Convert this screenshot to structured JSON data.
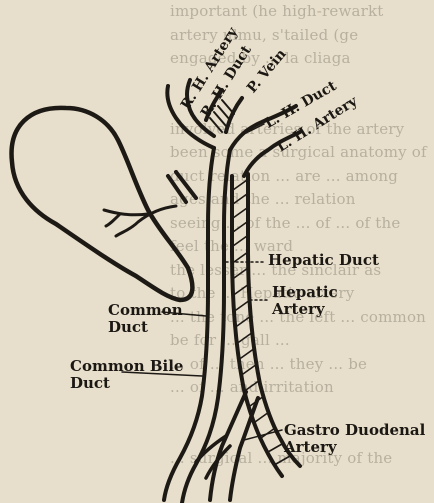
{
  "figure": {
    "labels": {
      "rh_artery": "R. H. Artery",
      "rh_duct": "R. H. Duct",
      "p_vein": "P. Vein",
      "lh_duct": "L. H. Duct",
      "lh_artery": "L. H. Artery",
      "hepatic_duct": "Hepatic Duct",
      "hepatic_artery": "Hepatic\nArtery",
      "common_duct": "Common\nDuct",
      "common_bile_duct": "Common Bile\nDuct",
      "gastro_duodenal_artery": "Gastro Duodenal\nArtery"
    }
  },
  "background_text": [
    "important (he high-rewarkt",
    "artery ulmu, s'tailed (ge",
    "engaged by ... la cliaga",
    "",
    "",
    "involved arteries of the artery",
    "been some a surgical anatomy of",
    "duct relation ... are ... among",
    "ages and the ... relation",
    "seeing ... of the ... of ... of the",
    "feel the ... ward",
    "the lesser ... the sinclair as",
    "to the ... Hepatic artery",
    "... the tone ... the left ... common",
    "be for ... gall ...",
    "... of ... then ... they ... be",
    "... of ... and irritation",
    "",
    "",
    "... surgical ... majority of the"
  ]
}
